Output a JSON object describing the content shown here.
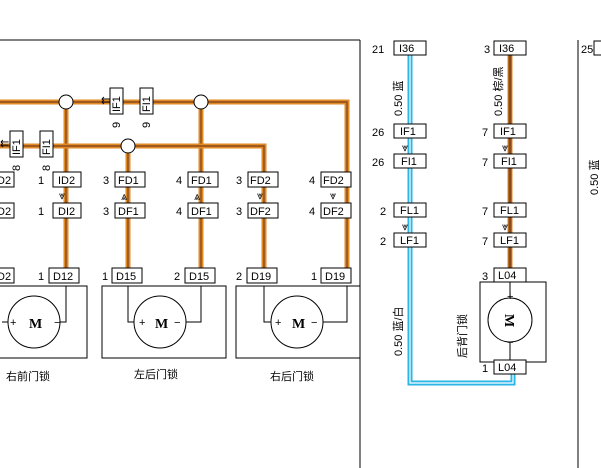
{
  "colors": {
    "orange": "#e08a26",
    "brown": "#8b4a1e",
    "cyan": "#2bb6e6",
    "white": "#ffffff",
    "black": "#000000"
  },
  "top_pins": [
    {
      "id": "tp1",
      "pin": "21",
      "code": "I36"
    },
    {
      "id": "tp2",
      "pin": "3",
      "code": "I36"
    },
    {
      "id": "tp3",
      "pin": "25",
      "code": ""
    }
  ],
  "wire_labels": [
    {
      "id": "wl1",
      "text": "0.50 蓝"
    },
    {
      "id": "wl2",
      "text": "0.50 棕/黑"
    },
    {
      "id": "wl3",
      "text": "0.50 蓝/白"
    }
  ],
  "connectors": [
    {
      "id": "c1",
      "pin": "26",
      "code": "IF1"
    },
    {
      "id": "c2",
      "pin": "26",
      "code": "FI1"
    },
    {
      "id": "c3",
      "pin": "2",
      "code": "FL1"
    },
    {
      "id": "c4",
      "pin": "2",
      "code": "LF1"
    },
    {
      "id": "c5",
      "pin": "7",
      "code": "IF1"
    },
    {
      "id": "c6",
      "pin": "7",
      "code": "FI1"
    },
    {
      "id": "c7",
      "pin": "7",
      "code": "FL1"
    },
    {
      "id": "c8",
      "pin": "7",
      "code": "LF1"
    },
    {
      "id": "c9",
      "pin": "3",
      "code": "L04"
    },
    {
      "id": "c10",
      "pin": "1",
      "code": "L04"
    },
    {
      "id": "c11",
      "pin": "1",
      "code": "ID2"
    },
    {
      "id": "c12",
      "pin": "1",
      "code": "DI2"
    },
    {
      "id": "c13",
      "pin": "1",
      "code": "D12"
    },
    {
      "id": "c14",
      "pin": "3",
      "code": "FD1"
    },
    {
      "id": "c15",
      "pin": "3",
      "code": "DF1"
    },
    {
      "id": "c16",
      "pin": "1",
      "code": "D15"
    },
    {
      "id": "c17",
      "pin": "4",
      "code": "FD1"
    },
    {
      "id": "c18",
      "pin": "4",
      "code": "DF1"
    },
    {
      "id": "c19",
      "pin": "2",
      "code": "D15"
    },
    {
      "id": "c20",
      "pin": "3",
      "code": "FD2"
    },
    {
      "id": "c21",
      "pin": "3",
      "code": "DF2"
    },
    {
      "id": "c22",
      "pin": "2",
      "code": "D19"
    },
    {
      "id": "c23",
      "pin": "4",
      "code": "FD2"
    },
    {
      "id": "c24",
      "pin": "4",
      "code": "DF2"
    },
    {
      "id": "c25",
      "pin": "1",
      "code": "D19"
    },
    {
      "id": "c26",
      "pin": "",
      "code": "D2"
    },
    {
      "id": "c27",
      "pin": "",
      "code": "D2"
    },
    {
      "id": "c28",
      "pin": "",
      "code": "D2"
    }
  ],
  "vertical_connectors": [
    {
      "id": "v1",
      "pin": "9",
      "code": "IF1"
    },
    {
      "id": "v2",
      "pin": "9",
      "code": "FI1"
    },
    {
      "id": "v3",
      "pin": "8",
      "code": "IF1"
    },
    {
      "id": "v4",
      "pin": "8",
      "code": "FI1"
    }
  ],
  "motor_symbol": "M",
  "captions": [
    {
      "id": "cap1",
      "text": "右前门锁"
    },
    {
      "id": "cap2",
      "text": "左后门锁"
    },
    {
      "id": "cap3",
      "text": "右后门锁"
    },
    {
      "id": "cap4",
      "text": "后背门锁"
    }
  ],
  "edge_fragment": "0.50 蓝"
}
